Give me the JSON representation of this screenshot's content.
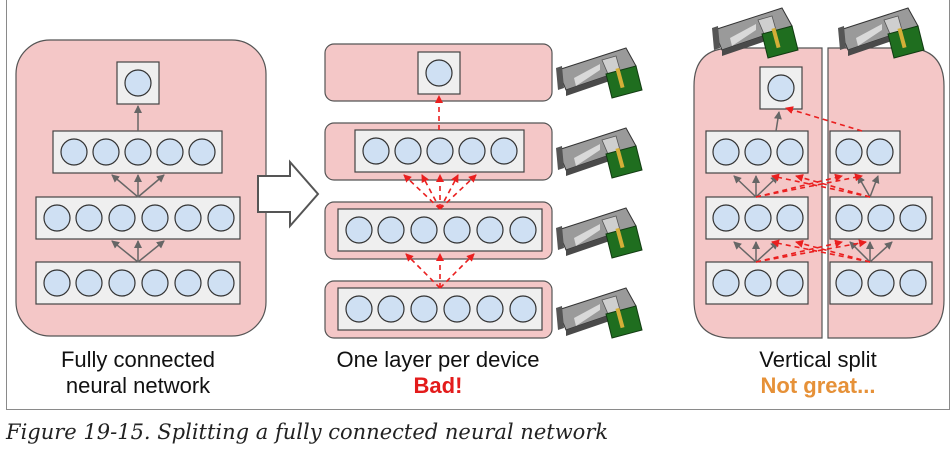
{
  "panels": {
    "left": {
      "label_line1": "Fully connected",
      "label_line2": "neural network"
    },
    "middle": {
      "label_line1": "One layer per device",
      "verdict": "Bad!"
    },
    "right": {
      "label_line1": "Vertical split",
      "verdict": "Not great..."
    }
  },
  "caption": "Figure 19-15. Splitting a fully connected neural network",
  "colors": {
    "device_fill": "#f4c7c7",
    "layer_fill": "#efefef",
    "neuron_fill": "#cfe0f3",
    "red_arrow": "#ea1f1f",
    "bad": "#e31b1b",
    "not_great": "#e69138"
  },
  "icons": {
    "gpu": "gpu-card-icon",
    "arrow": "right-arrow-icon"
  }
}
